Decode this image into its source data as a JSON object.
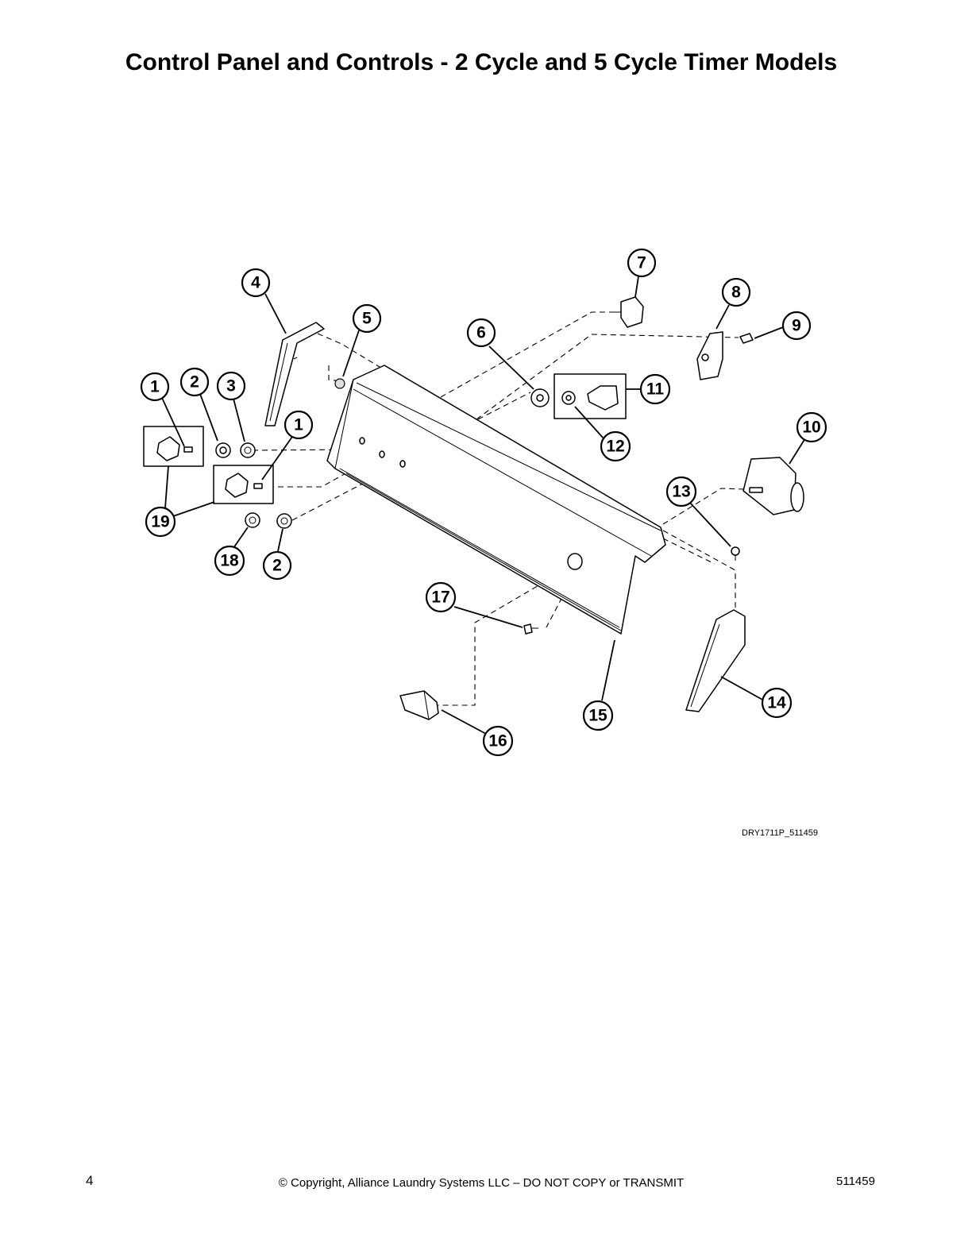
{
  "title": "Control Panel and Controls - 2 Cycle and 5 Cycle Timer Models",
  "callouts": [
    "1",
    "2",
    "3",
    "1",
    "4",
    "5",
    "6",
    "7",
    "8",
    "9",
    "10",
    "11",
    "12",
    "13",
    "14",
    "15",
    "16",
    "17",
    "18",
    "2",
    "19"
  ],
  "drawing_id": "DRY1711P_511459",
  "footer": {
    "page_number": "4",
    "copyright": "© Copyright, Alliance Laundry Systems LLC – DO NOT COPY or TRANSMIT",
    "doc_number": "511459"
  }
}
